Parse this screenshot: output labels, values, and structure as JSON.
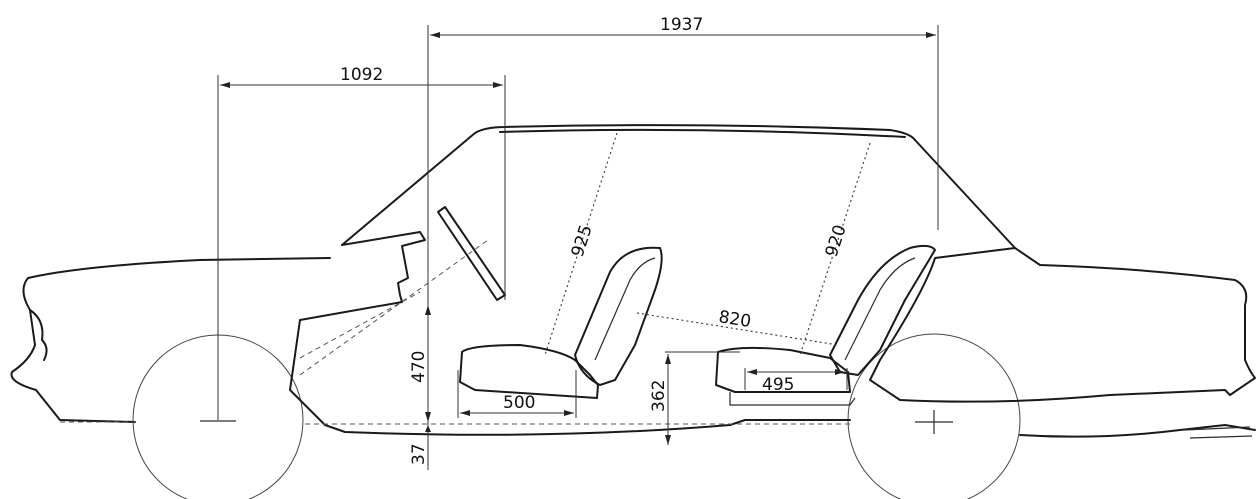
{
  "diagram": {
    "dimensions": {
      "overall_interior_length": "1937",
      "front_to_windshield": "1092",
      "front_headroom": "925",
      "rear_headroom": "920",
      "seat_to_seat": "820",
      "front_seat_height": "470",
      "floor_clearance": "37",
      "front_seat_depth": "500",
      "rear_seat_height": "362",
      "rear_seat_depth": "495"
    }
  }
}
